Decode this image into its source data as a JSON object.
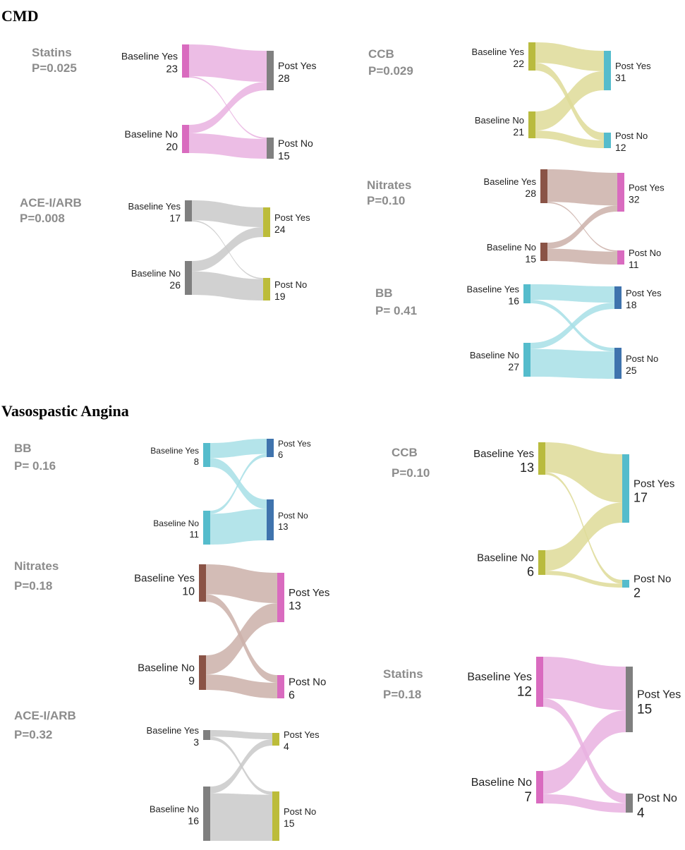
{
  "sections": [
    {
      "id": "cmd",
      "title": "CMD"
    },
    {
      "id": "vsa",
      "title": "Vasospastic Angina"
    }
  ],
  "chart_data": [
    {
      "type": "sankey",
      "section": "cmd",
      "drug": "Statins",
      "pvalue": "P=0.025",
      "colors": {
        "left": "#d96bbf",
        "right": "#808080",
        "flow": "#e9b2e0"
      },
      "nodes": {
        "baseline_yes": 23,
        "baseline_no": 20,
        "post_yes": 28,
        "post_no": 15
      },
      "labels": {
        "baseline_yes": "Baseline Yes",
        "baseline_no": "Baseline No",
        "post_yes": "Post Yes",
        "post_no": "Post No"
      },
      "flows": {
        "yes_yes": 22,
        "yes_no": 1,
        "no_yes": 6,
        "no_no": 14
      }
    },
    {
      "type": "sankey",
      "section": "cmd",
      "drug": "CCB",
      "pvalue": "P=0.029",
      "colors": {
        "left": "#b9bb3e",
        "right": "#55bccc",
        "flow": "#dedb98"
      },
      "nodes": {
        "baseline_yes": 22,
        "baseline_no": 21,
        "post_yes": 31,
        "post_no": 12
      },
      "labels": {
        "baseline_yes": "Baseline Yes",
        "baseline_no": "Baseline No",
        "post_yes": "Post Yes",
        "post_no": "Post No"
      },
      "flows": {
        "yes_yes": 16,
        "yes_no": 6,
        "no_yes": 15,
        "no_no": 6
      }
    },
    {
      "type": "sankey",
      "section": "cmd",
      "drug": "ACE-I/ARB",
      "pvalue": "P=0.008",
      "colors": {
        "left": "#7f7f7f",
        "right": "#bcbc3a",
        "flow": "#c9c9c9"
      },
      "nodes": {
        "baseline_yes": 17,
        "baseline_no": 26,
        "post_yes": 24,
        "post_no": 19
      },
      "labels": {
        "baseline_yes": "Baseline Yes",
        "baseline_no": "Baseline No",
        "post_yes": "Post Yes",
        "post_no": "Post No"
      },
      "flows": {
        "yes_yes": 16,
        "yes_no": 1,
        "no_yes": 8,
        "no_no": 18
      }
    },
    {
      "type": "sankey",
      "section": "cmd",
      "drug": "Nitrates",
      "pvalue": "P=0.10",
      "colors": {
        "left": "#8a5346",
        "right": "#d96bbf",
        "flow": "#cbb0a9"
      },
      "nodes": {
        "baseline_yes": 28,
        "baseline_no": 15,
        "post_yes": 32,
        "post_no": 11
      },
      "labels": {
        "baseline_yes": "Baseline Yes",
        "baseline_no": "Baseline No",
        "post_yes": "Post Yes",
        "post_no": "Post No"
      },
      "flows": {
        "yes_yes": 27,
        "yes_no": 1,
        "no_yes": 5,
        "no_no": 10
      }
    },
    {
      "type": "sankey",
      "section": "cmd",
      "drug": "BB",
      "pvalue": "P= 0.41",
      "colors": {
        "left": "#55bccc",
        "right": "#3f73ad",
        "flow": "#a7dfe6"
      },
      "nodes": {
        "baseline_yes": 16,
        "baseline_no": 27,
        "post_yes": 18,
        "post_no": 25
      },
      "labels": {
        "baseline_yes": "Baseline Yes",
        "baseline_no": "Baseline No",
        "post_yes": "Post Yes",
        "post_no": "Post No"
      },
      "flows": {
        "yes_yes": 13,
        "yes_no": 3,
        "no_yes": 5,
        "no_no": 22
      }
    },
    {
      "type": "sankey",
      "section": "vsa",
      "drug": "BB",
      "pvalue": "P= 0.16",
      "colors": {
        "left": "#55bccc",
        "right": "#3f73ad",
        "flow": "#a7dfe6"
      },
      "nodes": {
        "baseline_yes": 8,
        "baseline_no": 11,
        "post_yes": 6,
        "post_no": 13
      },
      "labels": {
        "baseline_yes": "Baseline Yes",
        "baseline_no": "Baseline No",
        "post_yes": "Post Yes",
        "post_no": "Post No"
      },
      "flows": {
        "yes_yes": 5,
        "yes_no": 3,
        "no_yes": 1,
        "no_no": 10
      }
    },
    {
      "type": "sankey",
      "section": "vsa",
      "drug": "CCB",
      "pvalue": "P=0.10",
      "colors": {
        "left": "#b9bb3e",
        "right": "#55bccc",
        "flow": "#dedb98"
      },
      "nodes": {
        "baseline_yes": 13,
        "baseline_no": 6,
        "post_yes": 17,
        "post_no": 2
      },
      "labels": {
        "baseline_yes": "Baseline Yes",
        "baseline_no": "Baseline No",
        "post_yes": "Post Yes",
        "post_no": "Post No"
      },
      "flows": {
        "yes_yes": 12,
        "yes_no": 1,
        "no_yes": 5,
        "no_no": 1
      }
    },
    {
      "type": "sankey",
      "section": "vsa",
      "drug": "Nitrates",
      "pvalue": "P=0.18",
      "colors": {
        "left": "#8a5346",
        "right": "#d96bbf",
        "flow": "#cbb0a9"
      },
      "nodes": {
        "baseline_yes": 10,
        "baseline_no": 9,
        "post_yes": 13,
        "post_no": 6
      },
      "labels": {
        "baseline_yes": "Baseline Yes",
        "baseline_no": "Baseline No",
        "post_yes": "Post Yes",
        "post_no": "Post No"
      },
      "flows": {
        "yes_yes": 8,
        "yes_no": 2,
        "no_yes": 5,
        "no_no": 4
      }
    },
    {
      "type": "sankey",
      "section": "vsa",
      "drug": "ACE-I/ARB",
      "pvalue": "P=0.32",
      "colors": {
        "left": "#7f7f7f",
        "right": "#bcbc3a",
        "flow": "#c9c9c9"
      },
      "nodes": {
        "baseline_yes": 3,
        "baseline_no": 16,
        "post_yes": 4,
        "post_no": 15
      },
      "labels": {
        "baseline_yes": "Baseline Yes",
        "baseline_no": "Baseline No",
        "post_yes": "Post Yes",
        "post_no": "Post No"
      },
      "flows": {
        "yes_yes": 2,
        "yes_no": 1,
        "no_yes": 2,
        "no_no": 14
      }
    },
    {
      "type": "sankey",
      "section": "vsa",
      "drug": "Statins",
      "pvalue": "P=0.18",
      "colors": {
        "left": "#d96bbf",
        "right": "#808080",
        "flow": "#e9b2e0"
      },
      "nodes": {
        "baseline_yes": 12,
        "baseline_no": 7,
        "post_yes": 15,
        "post_no": 4
      },
      "labels": {
        "baseline_yes": "Baseline Yes",
        "baseline_no": "Baseline No",
        "post_yes": "Post Yes",
        "post_no": "Post No"
      },
      "flows": {
        "yes_yes": 10,
        "yes_no": 2,
        "no_yes": 5,
        "no_no": 2
      }
    }
  ]
}
